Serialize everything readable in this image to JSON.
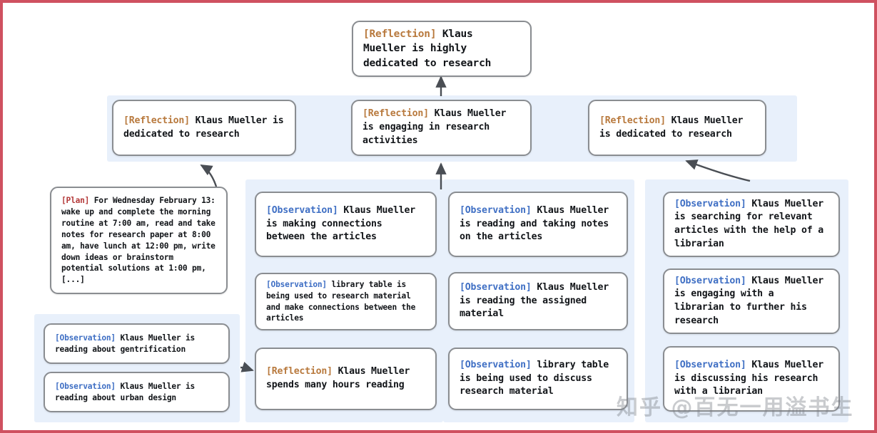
{
  "figure": {
    "border_color": "#cf5160",
    "panel_color": "#e8f0fb",
    "node_border_color": "#8a8d91",
    "reflection_tag_color": "#b8793d",
    "observation_tag_color": "#3f6fc4",
    "plan_tag_color": "#b43a3a"
  },
  "top": {
    "tag": "[Reflection]",
    "text": " Klaus Mueller is highly dedicated to research"
  },
  "mid_row": [
    {
      "tag": "[Reflection]",
      "text": " Klaus Mueller is dedicated to research"
    },
    {
      "tag": "[Reflection]",
      "text": " Klaus Mueller is engaging in research activities"
    },
    {
      "tag": "[Reflection]",
      "text": " Klaus Mueller is dedicated to research"
    }
  ],
  "plan_box": {
    "tag": "[Plan]",
    "text": " For Wednesday February 13: wake up and complete the morning routine at 7:00 am, read and take notes for research paper at 8:00 am, have lunch at 12:00 pm, write down ideas or brainstorm potential solutions at 1:00 pm, [...]"
  },
  "left_panel": [
    {
      "tag": "[Observation]",
      "text": " Klaus Mueller is reading about gentrification"
    },
    {
      "tag": "[Observation]",
      "text": " Klaus Mueller is reading about urban design"
    }
  ],
  "col1": [
    {
      "tag": "[Observation]",
      "text": " Klaus Mueller is making connections between the articles"
    },
    {
      "tag": "[Observation]",
      "text": " library table is being used to research material and make connections between the articles"
    },
    {
      "tag": "[Reflection]",
      "text": " Klaus Mueller spends many hours reading"
    }
  ],
  "col2": [
    {
      "tag": "[Observation]",
      "text": " Klaus Mueller is reading and taking notes on the articles"
    },
    {
      "tag": "[Observation]",
      "text": " Klaus Mueller is reading the assigned material"
    },
    {
      "tag": "[Observation]",
      "text": " library table is being used to discuss research material"
    }
  ],
  "col3": [
    {
      "tag": "[Observation]",
      "text": " Klaus Mueller is searching for relevant articles with the help of a librarian"
    },
    {
      "tag": "[Observation]",
      "text": " Klaus Mueller is engaging with a librarian to further his research"
    },
    {
      "tag": "[Observation]",
      "text": " Klaus Mueller is discussing his research with a librarian"
    }
  ],
  "watermark": {
    "text": "知乎 @百无一用溢书生"
  }
}
